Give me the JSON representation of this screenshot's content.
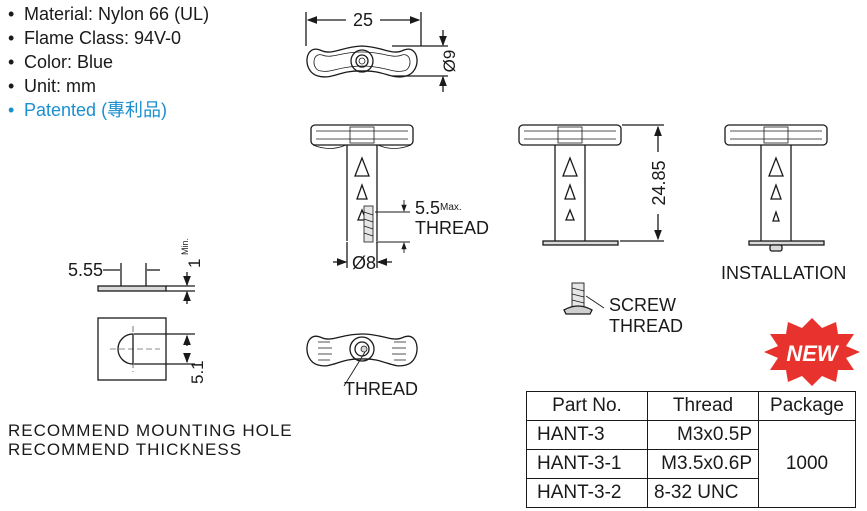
{
  "specs": {
    "bullet": "•",
    "items": [
      "Material: Nylon 66 (UL)",
      "Flame Class: 94V-0",
      "Color: Blue",
      "Unit: mm"
    ],
    "patented": "Patented (專利品)"
  },
  "dimensions": {
    "width_25": "25",
    "dia_9": "Ø9",
    "height_24_85": "24.85",
    "thread_5_5": "5.5",
    "max_label": "Max.",
    "thread_label": "THREAD",
    "dia_8": "Ø8",
    "hole_5_55": "5.55",
    "min_1": "1",
    "min_label": "Min.",
    "hole_5_1": "5.1",
    "thread_bottom": "THREAD"
  },
  "labels": {
    "installation": "INSTALLATION",
    "screw_thread_1": "SCREW",
    "screw_thread_2": "THREAD",
    "recommend_hole": "RECOMMEND  MOUNTING  HOLE",
    "recommend_thickness": "RECOMMEND  THICKNESS",
    "new_badge": "NEW"
  },
  "colors": {
    "accent": "#1a8fd0",
    "badge": "#e8322d",
    "line": "#1a1a1a"
  },
  "table": {
    "headers": [
      "Part No.",
      "Thread",
      "Package"
    ],
    "rows": [
      {
        "part": "HANT-3",
        "thread": "M3x0.5P"
      },
      {
        "part": "HANT-3-1",
        "thread": "M3.5x0.6P"
      },
      {
        "part": "HANT-3-2",
        "thread": "8-32 UNC"
      }
    ],
    "package": "1000"
  }
}
